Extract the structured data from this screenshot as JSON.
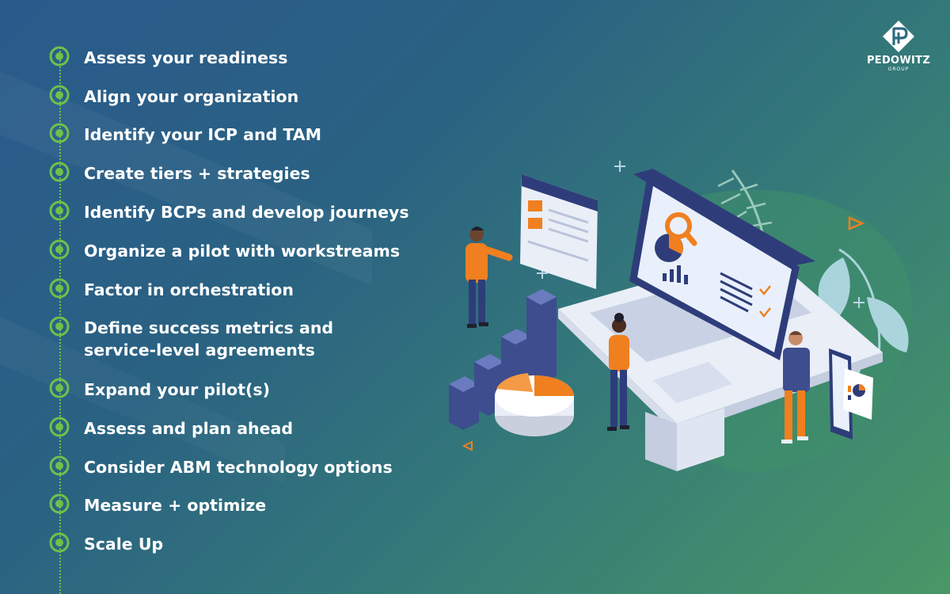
{
  "brand": {
    "name": "PEDOWITZ",
    "sub": "GROUP",
    "colors": {
      "accent_green": "#6cc24a",
      "orange": "#f07f1f",
      "navy": "#2e3d7a"
    }
  },
  "steps": [
    {
      "label": "Assess your readiness"
    },
    {
      "label": "Align your organization"
    },
    {
      "label": "Identify your ICP and TAM"
    },
    {
      "label": "Create tiers + strategies"
    },
    {
      "label": "Identify BCPs and develop journeys"
    },
    {
      "label": "Organize a pilot with workstreams"
    },
    {
      "label": "Factor in orchestration"
    },
    {
      "label": "Define success metrics and\nservice-level agreements"
    },
    {
      "label": "Expand your pilot(s)"
    },
    {
      "label": "Assess and plan ahead"
    },
    {
      "label": "Consider ABM technology options"
    },
    {
      "label": "Measure + optimize"
    },
    {
      "label": "Scale Up"
    }
  ],
  "icons": {
    "bullet": "target-circle-icon",
    "logo": "pedowitz-logo-icon",
    "illustration": "laptop-analytics-illustration"
  }
}
